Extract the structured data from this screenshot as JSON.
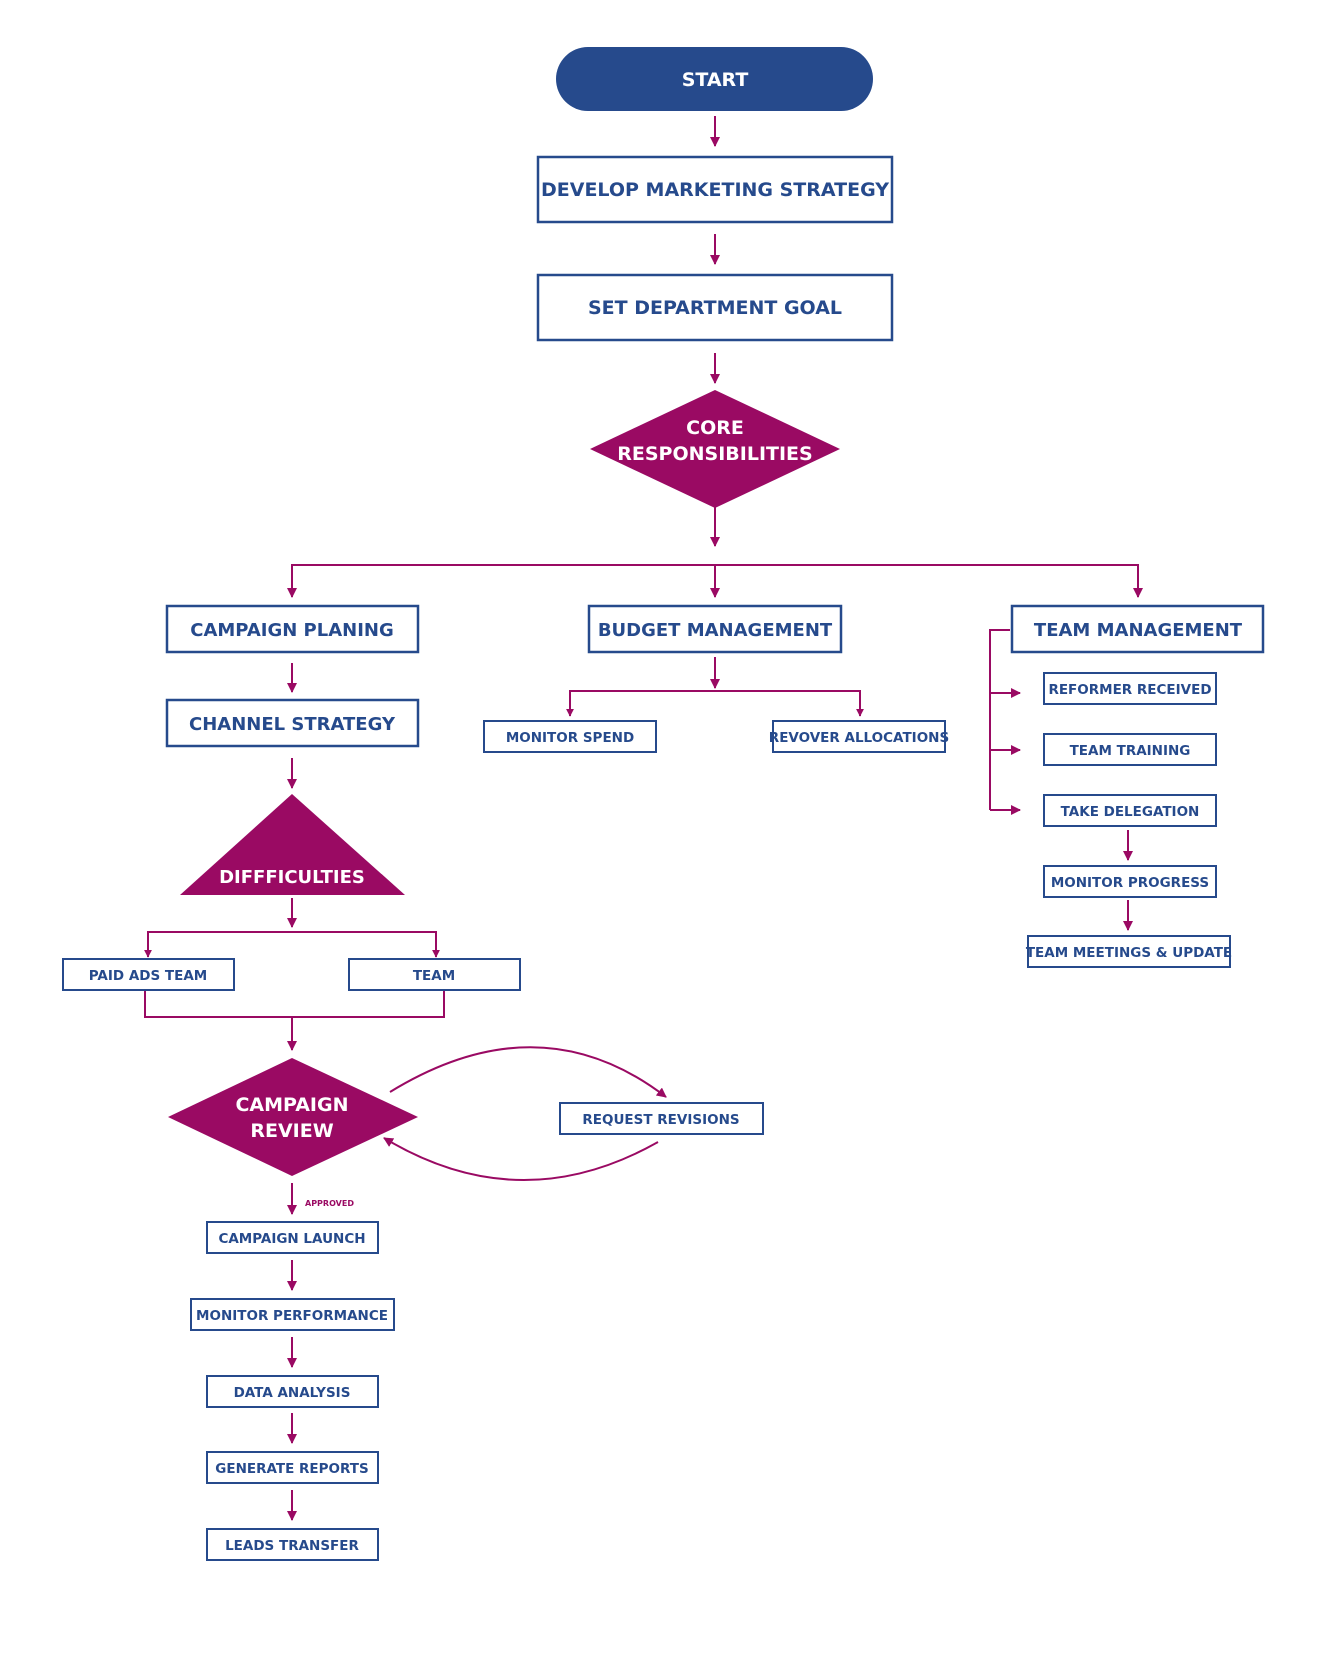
{
  "colors": {
    "navy": "#264a8c",
    "magenta": "#9a0a63",
    "white": "#ffffff"
  },
  "nodes": {
    "start": "START",
    "develop_strategy": "DEVELOP MARKETING STRATEGY",
    "set_goal": "SET DEPARTMENT GOAL",
    "core_line1": "CORE",
    "core_line2": "RESPONSIBILITIES",
    "campaign_planing": "CAMPAIGN PLANING",
    "budget_management": "BUDGET MANAGEMENT",
    "team_management": "TEAM MANAGEMENT",
    "channel_strategy": "CHANNEL STRATEGY",
    "monitor_spend": "MONITOR SPEND",
    "revover_allocations": "REVOVER ALLOCATIONS",
    "reformer_received": "REFORMER RECEIVED",
    "team_training": "TEAM TRAINING",
    "take_delegation": "TAKE DELEGATION",
    "monitor_progress": "MONITOR PROGRESS",
    "team_meetings": "TEAM MEETINGS & UPDATE",
    "difficulties": "DIFFFICULTIES",
    "paid_ads_team": "PAID ADS TEAM",
    "team": "TEAM",
    "review_line1": "CAMPAIGN",
    "review_line2": "REVIEW",
    "request_revisions": "REQUEST REVISIONS",
    "approved": "APPROVED",
    "campaign_launch": "CAMPAIGN LAUNCH",
    "monitor_performance": "MONITOR PERFORMANCE",
    "data_analysis": "DATA ANALYSIS",
    "generate_reports": "GENERATE REPORTS",
    "leads_transfer": "LEADS TRANSFER"
  }
}
